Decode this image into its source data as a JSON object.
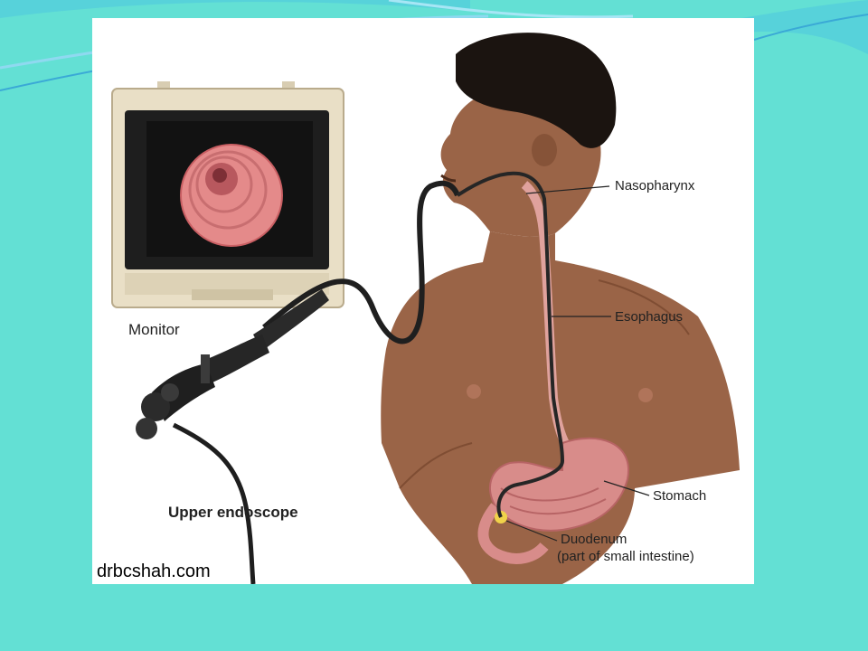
{
  "colors": {
    "background": "#63e0d4",
    "panel": "#ffffff",
    "skin": "#9a6447",
    "hair": "#1b1410",
    "monitor_frame": "#e9dfc6",
    "screen": "#141414",
    "lumen": "#e48a8a",
    "stomach": "#d88c8a",
    "scope": "#2a2a2a"
  },
  "labels": {
    "monitor": "Monitor",
    "upper_endoscope": "Upper endoscope",
    "nasopharynx": "Nasopharynx",
    "esophagus": "Esophagus",
    "stomach": "Stomach",
    "duodenum": "Duodenum",
    "duodenum_note": "(part of small intestine)"
  },
  "watermark": "drbcshah.com"
}
